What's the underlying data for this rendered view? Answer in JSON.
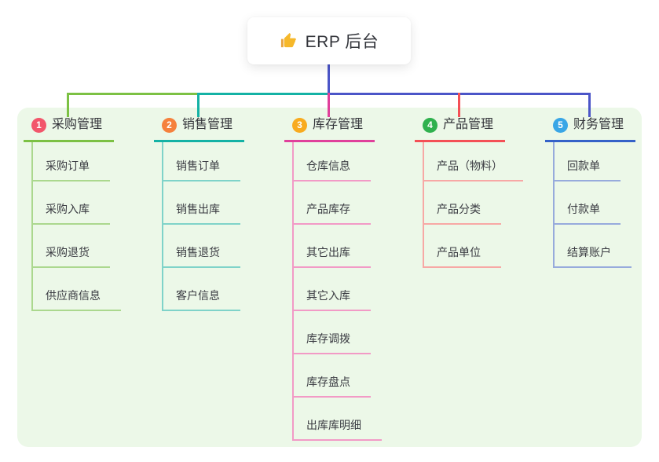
{
  "root": {
    "title": "ERP 后台",
    "icon": "thumbs-up-icon"
  },
  "connectors": {
    "stem_color": "#4b55c8",
    "bus_segments": [
      "#7cc144",
      "#14b2a5",
      "#4b55c8"
    ]
  },
  "panel": {
    "background": "#ecf8e8"
  },
  "branches": [
    {
      "number": "1",
      "label": "采购管理",
      "colors": {
        "badge": "#f2566b",
        "line": "#7cc144",
        "line_light": "#abd88e",
        "drop": "#7cc144"
      },
      "items": [
        "采购订单",
        "采购入库",
        "采购退货",
        "供应商信息"
      ]
    },
    {
      "number": "2",
      "label": "销售管理",
      "colors": {
        "badge": "#f5813d",
        "line": "#14b2a5",
        "line_light": "#7fd3c9",
        "drop": "#14b2a5"
      },
      "items": [
        "销售订单",
        "销售出库",
        "销售退货",
        "客户信息"
      ]
    },
    {
      "number": "3",
      "label": "库存管理",
      "colors": {
        "badge": "#f8ab1f",
        "line": "#e0409b",
        "line_light": "#f29ac6",
        "drop": "#e0409b"
      },
      "items": [
        "仓库信息",
        "产品库存",
        "其它出库",
        "其它入库",
        "库存调拨",
        "库存盘点",
        "出库库明细"
      ]
    },
    {
      "number": "4",
      "label": "产品管理",
      "colors": {
        "badge": "#2fb14e",
        "line": "#f45056",
        "line_light": "#f7a8a5",
        "drop": "#f45056"
      },
      "items": [
        "产品（物料）",
        "产品分类",
        "产品单位"
      ]
    },
    {
      "number": "5",
      "label": "财务管理",
      "colors": {
        "badge": "#39a6e6",
        "line": "#3562c8",
        "line_light": "#97abdc",
        "drop": "#4b55c8"
      },
      "items": [
        "回款单",
        "付款单",
        "结算账户"
      ]
    }
  ]
}
